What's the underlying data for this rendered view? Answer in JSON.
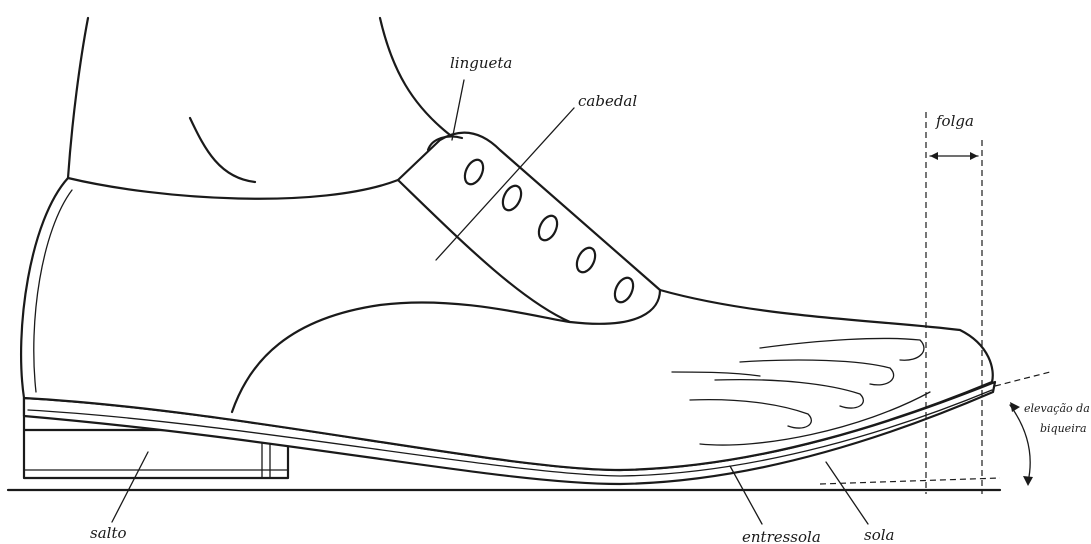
{
  "labels": {
    "lingueta": "lingueta",
    "cabedal": "cabedal",
    "folga": "folga",
    "elevacao_line1": "elevação da",
    "elevacao_line2": "biqueira",
    "salto": "salto",
    "entressola": "entressola",
    "sola": "sola"
  },
  "colors": {
    "ink": "#1a1a1a",
    "paper": "#ffffff"
  }
}
